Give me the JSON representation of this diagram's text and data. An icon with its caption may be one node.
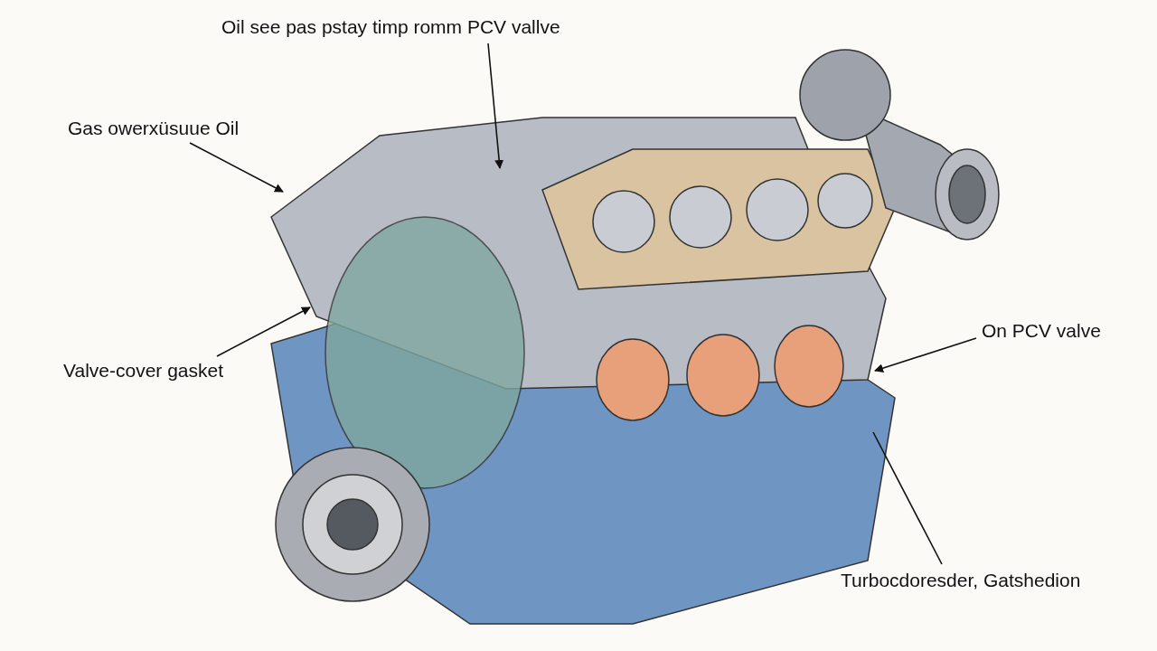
{
  "diagram": {
    "nodes": [
      {
        "text": [
          "Oil see pas pstay timp romm PCV vallve"
        ]
      },
      {
        "text": [
          "Gas owerxüsuue Oil"
        ]
      },
      {
        "text": [
          "Valve-cover gasket"
        ]
      },
      {
        "text": [
          "On PCV valve"
        ]
      },
      {
        "text": [
          "Turbocdoresder, Gatshedion"
        ]
      }
    ],
    "edges": [
      {
        "from": 0,
        "to": null,
        "arrow": "to"
      },
      {
        "from": 1,
        "to": null,
        "arrow": "to"
      },
      {
        "from": 2,
        "to": null,
        "arrow": "to"
      },
      {
        "from": 3,
        "to": null,
        "arrow": "to"
      },
      {
        "from": 4,
        "to": null,
        "arrow": "none"
      }
    ]
  }
}
